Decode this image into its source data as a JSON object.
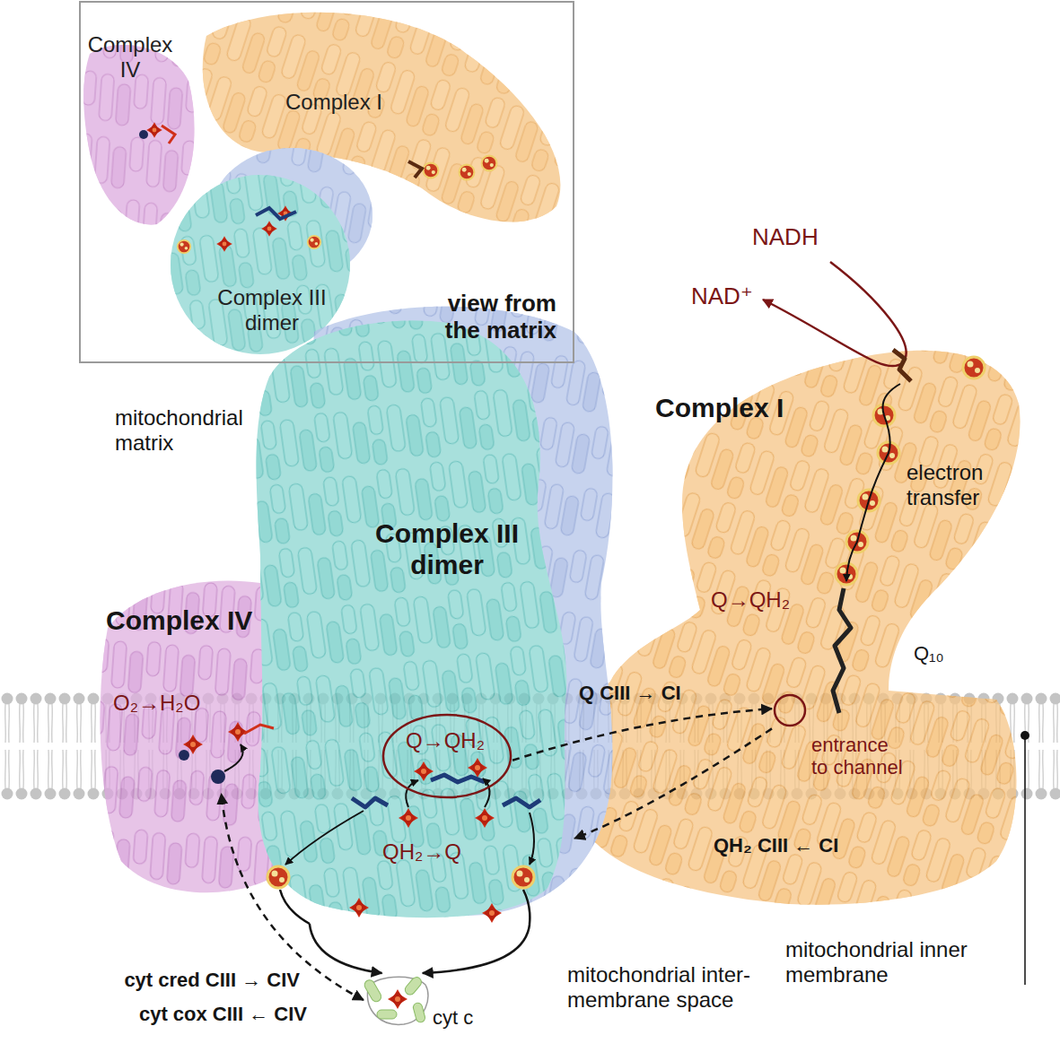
{
  "diagram": {
    "nodes": [
      {
        "text": [
          "view from the matrix"
        ]
      },
      {
        "text": [
          "Complex IV"
        ],
        "in": 0
      },
      {
        "text": [
          "Complex I"
        ],
        "in": 0
      },
      {
        "text": [
          "Complex III dimer"
        ],
        "in": 0
      },
      {
        "text": [
          "Complex I"
        ]
      },
      {
        "text": [
          "entrance to channel"
        ],
        "in": 4
      },
      {
        "text": [
          "Complex III dimer"
        ]
      },
      {
        "text": [
          "Q→QH₂"
        ],
        "in": 6
      },
      {
        "text": [
          "Complex IV"
        ]
      },
      {
        "text": [
          "cyt c"
        ]
      }
    ],
    "edges": [
      {
        "from": 7,
        "to": 5,
        "arrow": "to",
        "label": "Q CIII → CI"
      },
      {
        "from": 5,
        "to": 6,
        "arrow": "to",
        "label": "QH₂ CIII ← CI"
      },
      {
        "from": 9,
        "to": 8,
        "arrow": "both"
      },
      {
        "from": 6,
        "to": 9,
        "arrow": "to"
      },
      {
        "from": 6,
        "to": 9,
        "arrow": "to"
      }
    ],
    "labels": [
      "NADH",
      "NAD⁺",
      "electron transfer",
      "Q→QH₂",
      "Q₁₀",
      "mitochondrial matrix",
      "O₂→H₂O",
      "QH₂→Q",
      "mitochondrial inner membrane",
      "mitochondrial inter- membrane space",
      "cyt cred CIII → CIV",
      "cyt cox CIII ← CIV"
    ]
  }
}
